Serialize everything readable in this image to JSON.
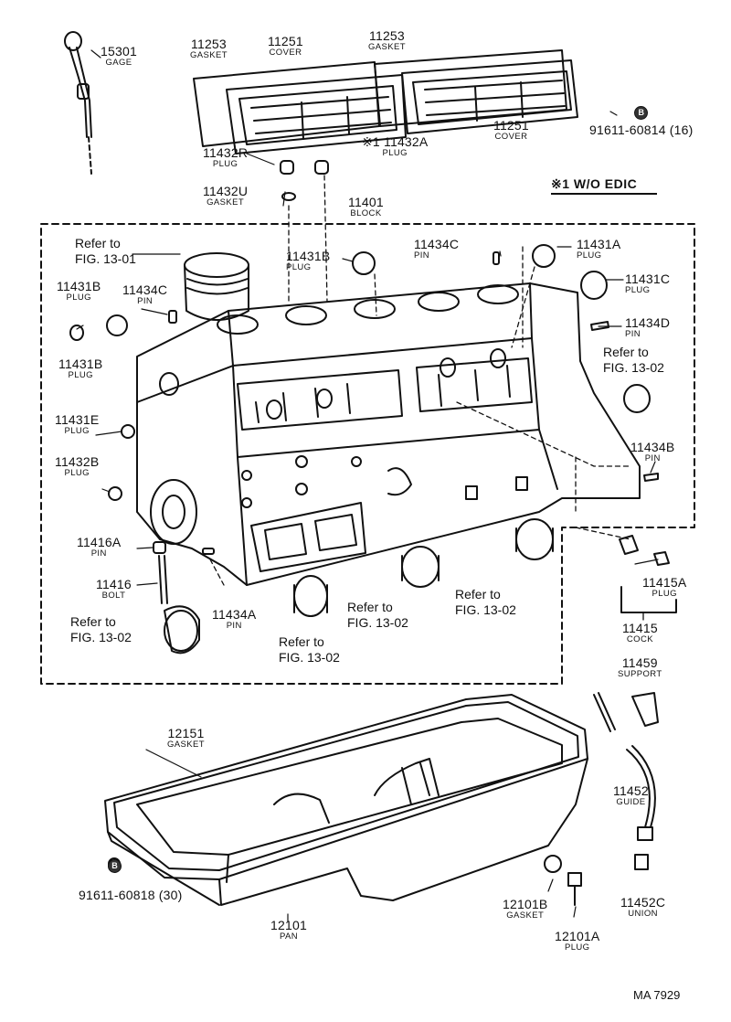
{
  "callouts": {
    "p15301": {
      "number": "15301",
      "name": "GAGE"
    },
    "p11253a": {
      "number": "11253",
      "name": "GASKET"
    },
    "p11251a": {
      "number": "11251",
      "name": "COVER"
    },
    "p11253b": {
      "number": "11253",
      "name": "GASKET"
    },
    "p11251b": {
      "number": "11251",
      "name": "COVER"
    },
    "p91611a": {
      "number": "91611-60814 (16)",
      "badge": "B"
    },
    "p11432R": {
      "number": "11432R",
      "name": "PLUG"
    },
    "p11432A": {
      "number": "11432A",
      "prefix": "※1",
      "name": "PLUG"
    },
    "p11432U": {
      "number": "11432U",
      "name": "GASKET"
    },
    "p11401": {
      "number": "11401",
      "name": "BLOCK"
    },
    "p11431B_top": {
      "number": "11431B",
      "name": "PLUG"
    },
    "p11434C_top": {
      "number": "11434C",
      "name": "PIN"
    },
    "p11431A": {
      "number": "11431A",
      "name": "PLUG"
    },
    "p11431C": {
      "number": "11431C",
      "name": "PLUG"
    },
    "p11434D": {
      "number": "11434D",
      "name": "PIN"
    },
    "p11431B_l1": {
      "number": "11431B",
      "name": "PLUG"
    },
    "p11434C_l": {
      "number": "11434C",
      "name": "PIN"
    },
    "p11431B_l2": {
      "number": "11431B",
      "name": "PLUG"
    },
    "p11431E": {
      "number": "11431E",
      "name": "PLUG"
    },
    "p11432B": {
      "number": "11432B",
      "name": "PLUG"
    },
    "p11434B": {
      "number": "11434B",
      "name": "PIN"
    },
    "p11416A": {
      "number": "11416A",
      "name": "PIN"
    },
    "p11416": {
      "number": "11416",
      "name": "BOLT"
    },
    "p11434A": {
      "number": "11434A",
      "name": "PIN"
    },
    "p11415A": {
      "number": "11415A",
      "name": "PLUG"
    },
    "p11415": {
      "number": "11415",
      "name": "COCK"
    },
    "p11459": {
      "number": "11459",
      "name": "SUPPORT"
    },
    "p12151": {
      "number": "12151",
      "name": "GASKET"
    },
    "p11452": {
      "number": "11452",
      "name": "GUIDE"
    },
    "p91611b": {
      "number": "91611-60818 (30)",
      "badge": "B"
    },
    "p12101B": {
      "number": "12101B",
      "name": "GASKET"
    },
    "p11452C": {
      "number": "11452C",
      "name": "UNION"
    },
    "p12101": {
      "number": "12101",
      "name": "PAN"
    },
    "p12101A": {
      "number": "12101A",
      "name": "PLUG"
    }
  },
  "references": {
    "ref_1301": {
      "line1": "Refer to",
      "line2": "FIG. 13-01"
    },
    "ref_1302_right": {
      "line1": "Refer to",
      "line2": "FIG. 13-02"
    },
    "ref_1302_b1": {
      "line1": "Refer to",
      "line2": "FIG. 13-02"
    },
    "ref_1302_b2": {
      "line1": "Refer to",
      "line2": "FIG. 13-02"
    },
    "ref_1302_b3": {
      "line1": "Refer to",
      "line2": "FIG. 13-02"
    },
    "ref_1302_b4": {
      "line1": "Refer to",
      "line2": "FIG. 13-02"
    }
  },
  "note": {
    "text": "※1  W/O EDIC"
  },
  "footer": {
    "code": "MA  7929"
  }
}
